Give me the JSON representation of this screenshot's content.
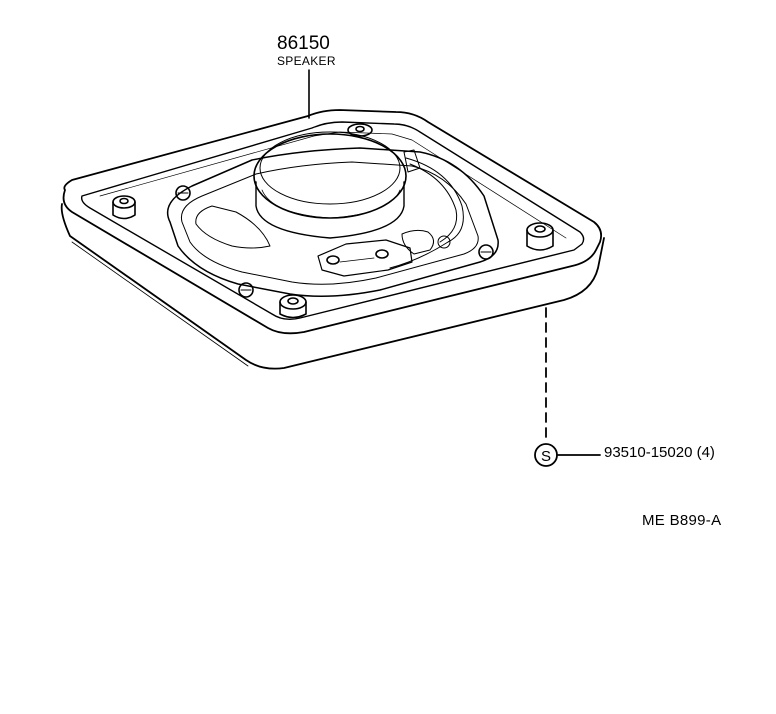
{
  "callouts": {
    "speaker": {
      "part_number": "86150",
      "part_name": "SPEAKER"
    },
    "screw": {
      "symbol": "S",
      "part_number_qty": "93510-15020 (4)"
    }
  },
  "diagram_code": "ME  B899-A",
  "icons": [
    "speaker-assembly-drawing",
    "screw-symbol-icon"
  ],
  "colors": {
    "ink": "#000000",
    "paper": "#ffffff"
  }
}
